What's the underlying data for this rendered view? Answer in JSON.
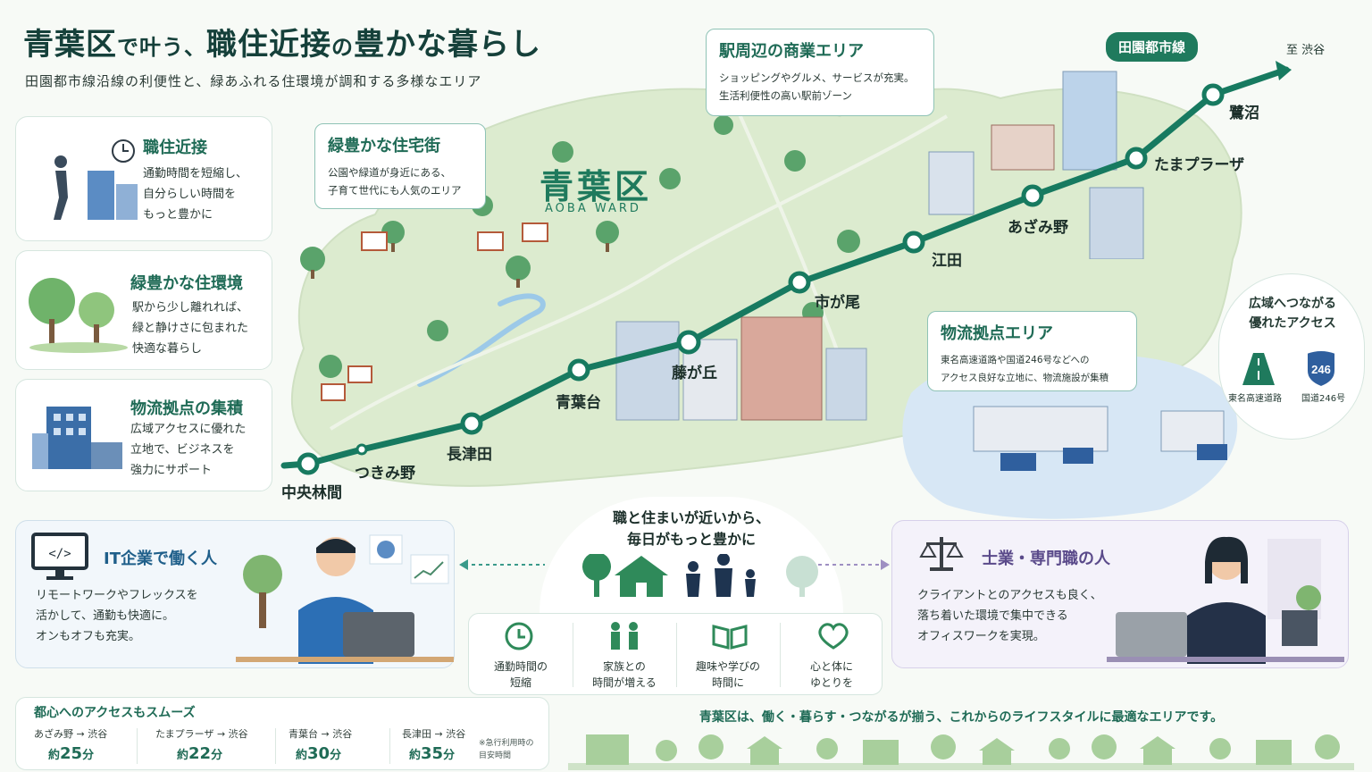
{
  "header": {
    "title_a": "青葉区",
    "title_b": "で叶う、",
    "title_c": "職住近接",
    "title_d": "の",
    "title_e": "豊かな暮らし",
    "subtitle": "田園都市線沿線の利便性と、緑あふれる住環境が調和する多様なエリア"
  },
  "features": [
    {
      "title": "職住近接",
      "lines": [
        "通勤時間を短縮し、",
        "自分らしい時間を",
        "もっと豊かに"
      ]
    },
    {
      "title": "緑豊かな住環境",
      "lines": [
        "駅から少し離れれば、",
        "緑と静けさに包まれた",
        "快適な暮らし"
      ]
    },
    {
      "title": "物流拠点の集積",
      "lines": [
        "広域アクセスに優れた",
        "立地で、ビジネスを",
        "強力にサポート"
      ]
    }
  ],
  "map": {
    "ward_name": "青葉区",
    "ward_name_en": "AOBA WARD",
    "line_badge": "田園都市線",
    "to_label": "至 渋谷",
    "stations": [
      "中央林間",
      "つきみ野",
      "長津田",
      "青葉台",
      "藤が丘",
      "市が尾",
      "江田",
      "あざみ野",
      "たまプラーザ",
      "鷺沼"
    ],
    "callout_residential": {
      "title": "緑豊かな住宅街",
      "lines": [
        "公園や緑道が身近にある、",
        "子育て世代にも人気のエリア"
      ]
    },
    "callout_commercial": {
      "title": "駅周辺の商業エリア",
      "lines": [
        "ショッピングやグルメ、サービスが充実。",
        "生活利便性の高い駅前ゾーン"
      ]
    },
    "callout_logistics": {
      "title": "物流拠点エリア",
      "lines": [
        "東名高速道路や国道246号などへの",
        "アクセス良好な立地に、物流施設が集積"
      ]
    }
  },
  "access": {
    "title_lines": [
      "広域へつながる",
      "優れたアクセス"
    ],
    "expressway": "東名高速道路",
    "route_label": "国道246号",
    "route_number": "246"
  },
  "personas": {
    "it": {
      "title": "IT企業で働く人",
      "lines": [
        "リモートワークやフレックスを",
        "活かして、通勤も快適に。",
        "オンもオフも充実。"
      ]
    },
    "pro": {
      "title": "士業・専門職の人",
      "lines": [
        "クライアントとのアクセスも良く、",
        "落ち着いた環境で集中できる",
        "オフィスワークを実現。"
      ]
    }
  },
  "center": {
    "headline_lines": [
      "職と住まいが近いから、",
      "毎日がもっと豊かに"
    ],
    "benefits": [
      {
        "icon": "clock-icon",
        "lines": [
          "通勤時間の",
          "短縮"
        ]
      },
      {
        "icon": "family-icon",
        "lines": [
          "家族との",
          "時間が増える"
        ]
      },
      {
        "icon": "book-icon",
        "lines": [
          "趣味や学びの",
          "時間に"
        ]
      },
      {
        "icon": "heart-icon",
        "lines": [
          "心と体に",
          "ゆとりを"
        ]
      }
    ]
  },
  "commute": {
    "title": "都心へのアクセスもスムーズ",
    "rows": [
      {
        "from": "あざみ野",
        "to": "渋谷",
        "prefix": "約",
        "minutes": "25",
        "unit": "分"
      },
      {
        "from": "たまプラーザ",
        "to": "渋谷",
        "prefix": "約",
        "minutes": "22",
        "unit": "分"
      },
      {
        "from": "青葉台",
        "to": "渋谷",
        "prefix": "約",
        "minutes": "30",
        "unit": "分"
      },
      {
        "from": "長津田",
        "to": "渋谷",
        "prefix": "約",
        "minutes": "35",
        "unit": "分"
      }
    ],
    "arrow": "→",
    "note_lines": [
      "※急行利用時の",
      "目安時間"
    ]
  },
  "footer": {
    "tagline": "青葉区は、働く・暮らす・つながるが揃う、これからのライフスタイルに最適なエリアです。"
  },
  "colors": {
    "accent": "#1f7a5d",
    "line": "#177a60",
    "map_green": "#dcebcf",
    "logistics_blue": "#d7e7f5",
    "pro_purple": "#9e8fc2"
  }
}
